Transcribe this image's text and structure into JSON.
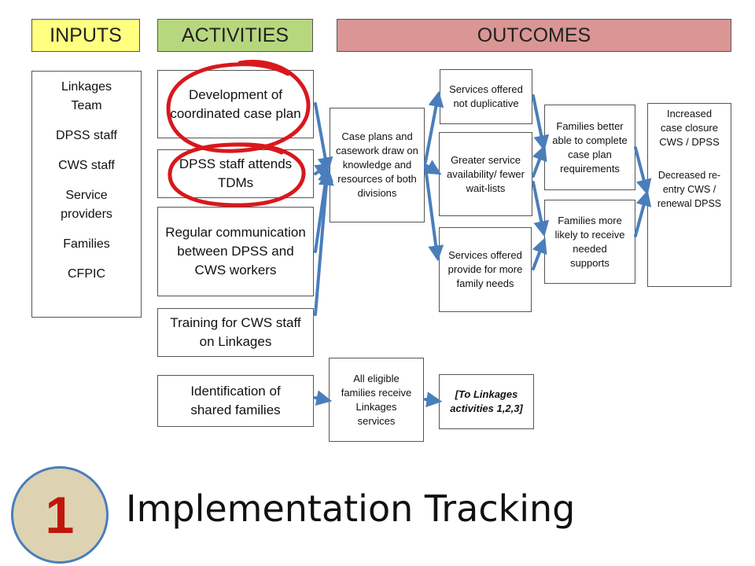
{
  "headers": {
    "inputs": "INPUTS",
    "activities": "ACTIVITIES",
    "outcomes": "OUTCOMES"
  },
  "colors": {
    "inputs": "#ffff80",
    "activities": "#b7d77e",
    "outcomes": "#d99694",
    "arrow": "#4a7ebb",
    "circle_marks": "#d8181c",
    "number": "#c0160c",
    "badge": "#ddd3b2"
  },
  "inputs": [
    "Linkages Team",
    "DPSS staff",
    "CWS staff",
    "Service providers",
    "Families",
    "CFPIC"
  ],
  "activities": {
    "a1": "Development of coordinated case plan",
    "a2": "DPSS staff attends TDMs",
    "a3": "Regular communication between DPSS and CWS workers",
    "a4": "Training for CWS staff on Linkages",
    "a5": "Identification of shared families"
  },
  "outcomes": {
    "case_plans": "Case plans and casework draw on knowledge and resources of both divisions",
    "not_duplicative": "Services offered not duplicative",
    "availability": "Greater service availability/ fewer wait-lists",
    "family_needs": "Services offered provide for more family needs",
    "better_able": "Families better able to complete case plan requirements",
    "more_likely": "Families more likely to receive needed supports",
    "closure": "Increased case closure CWS / DPSS",
    "reentry": "Decreased re-entry CWS / renewal DPSS",
    "all_eligible": "All eligible families receive Linkages services",
    "to_linkages": "[To Linkages activities 1,2,3]"
  },
  "footer": {
    "number": "1",
    "title": "Implementation Tracking"
  }
}
